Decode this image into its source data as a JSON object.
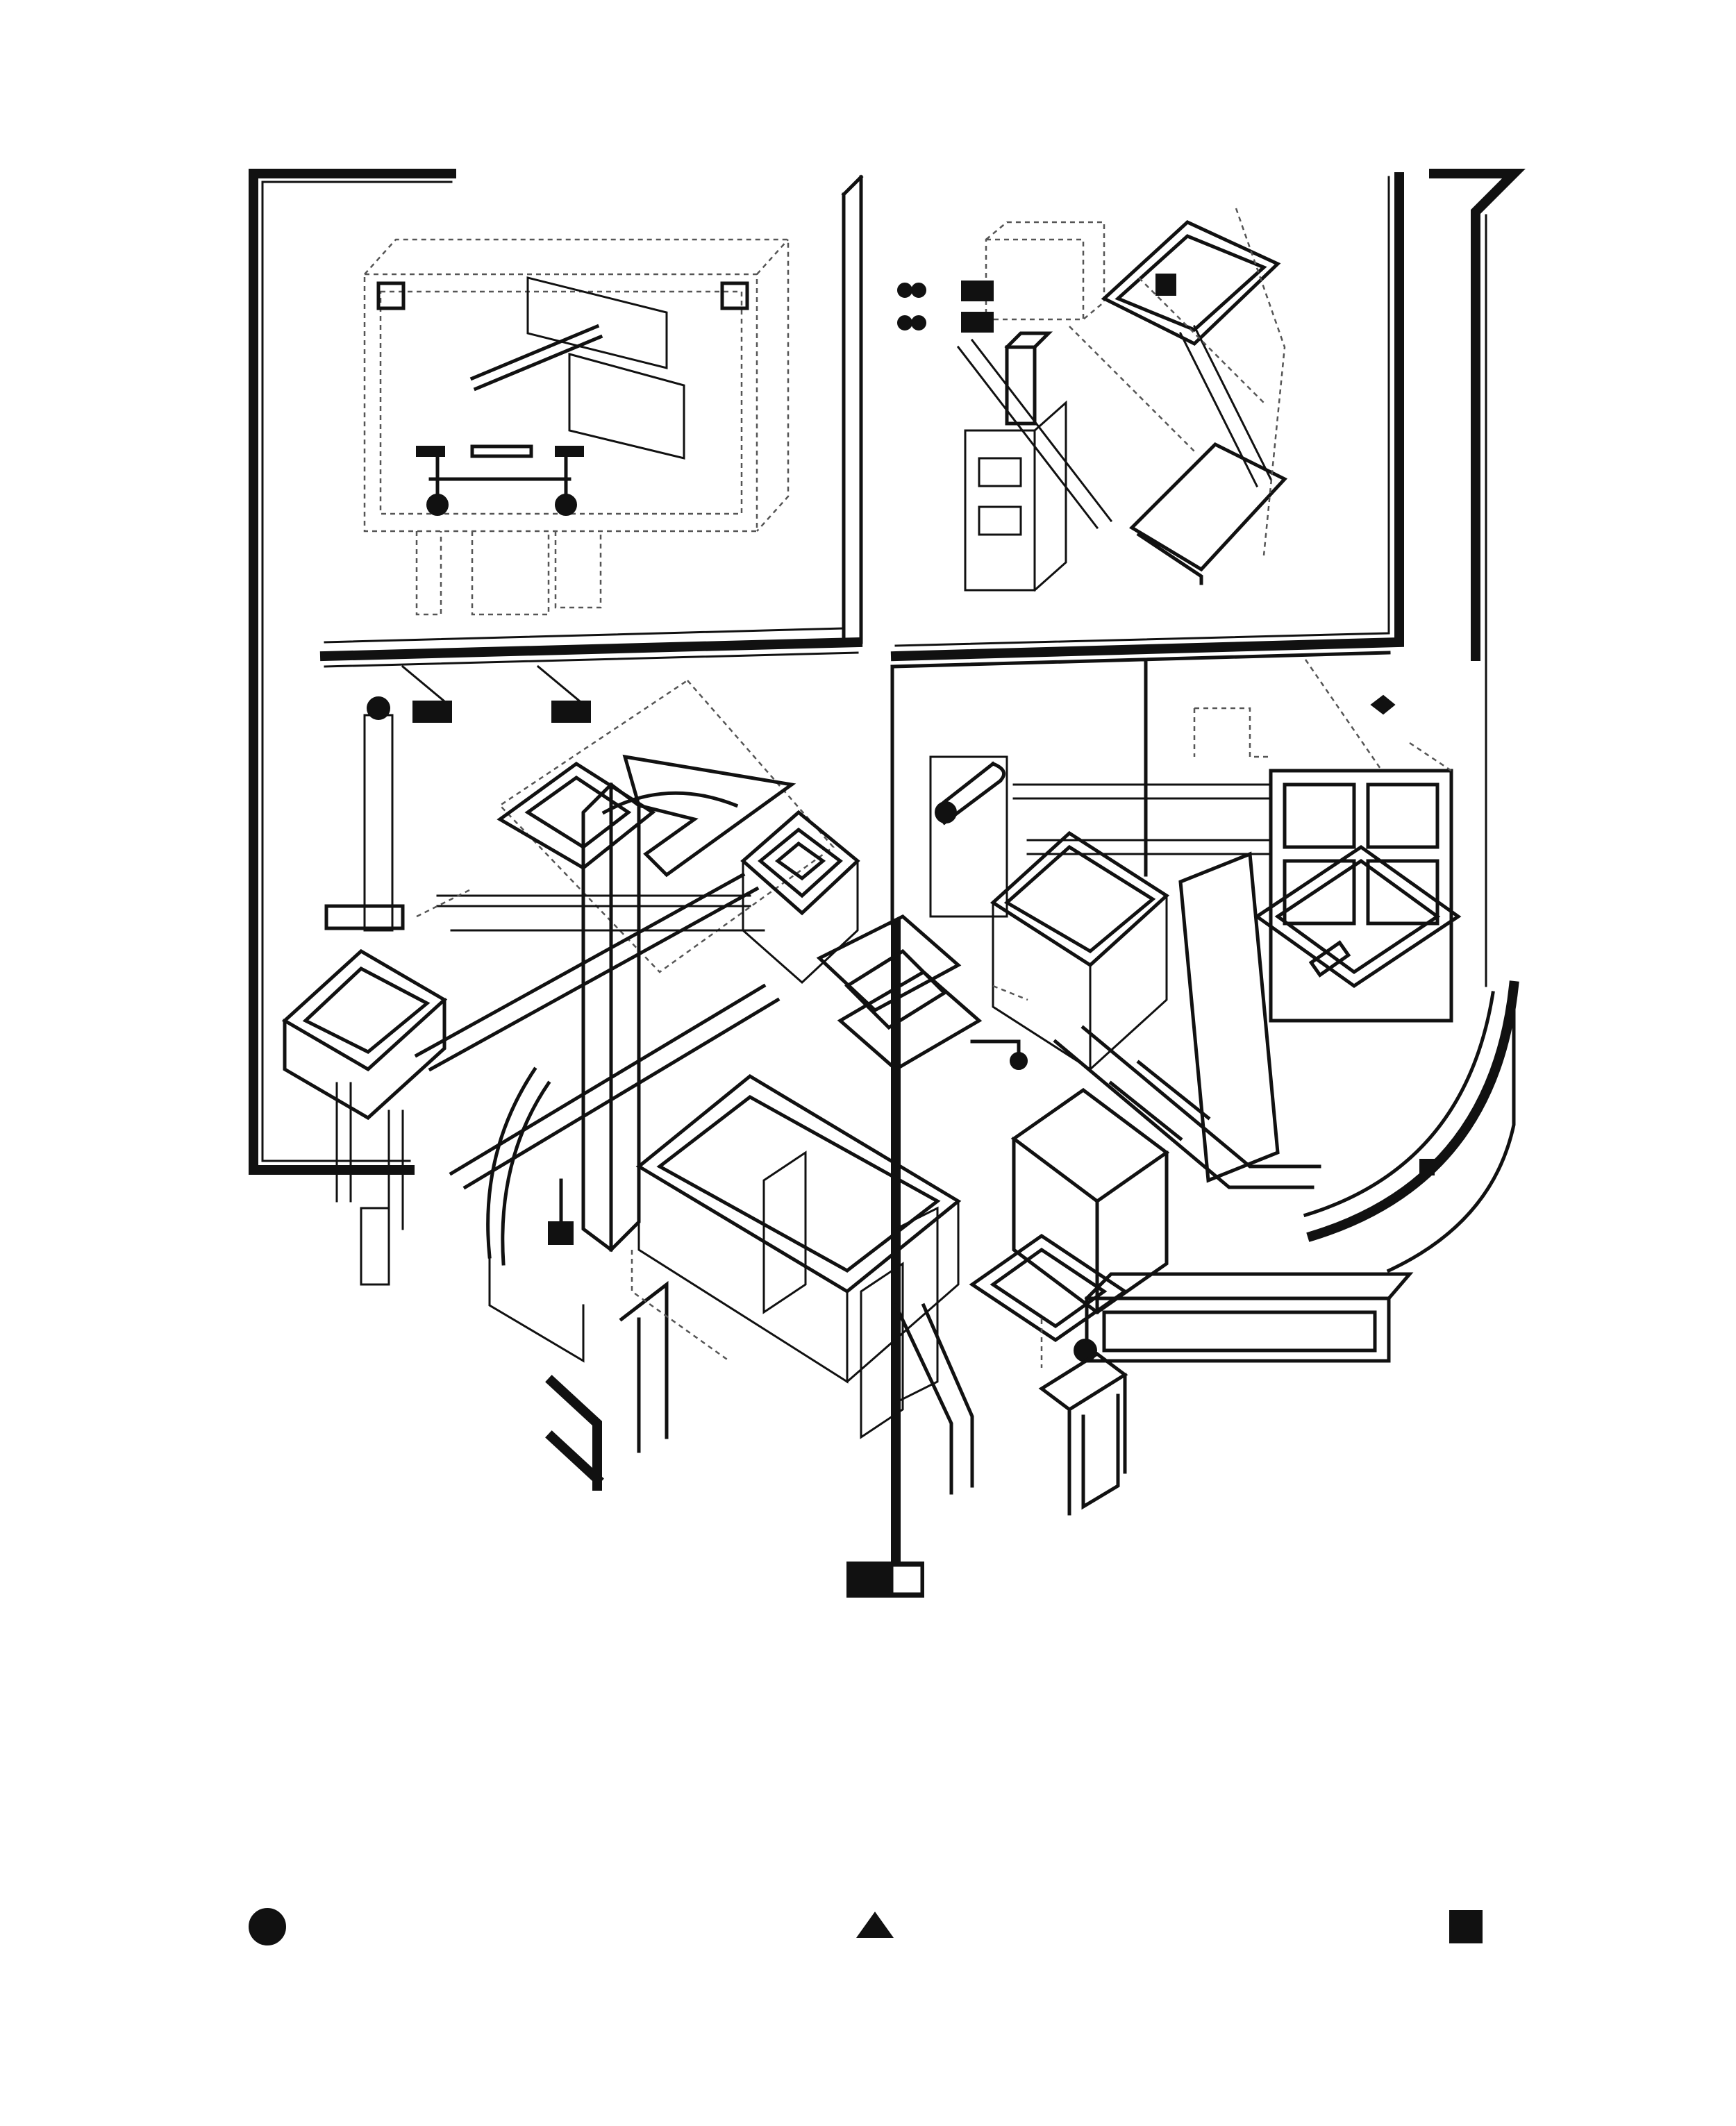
{
  "drawing": {
    "background": "#ffffff",
    "ink": "#111111",
    "hidden_line": "#555555"
  },
  "legend": {
    "symbols": [
      "circle",
      "triangle",
      "square"
    ]
  }
}
